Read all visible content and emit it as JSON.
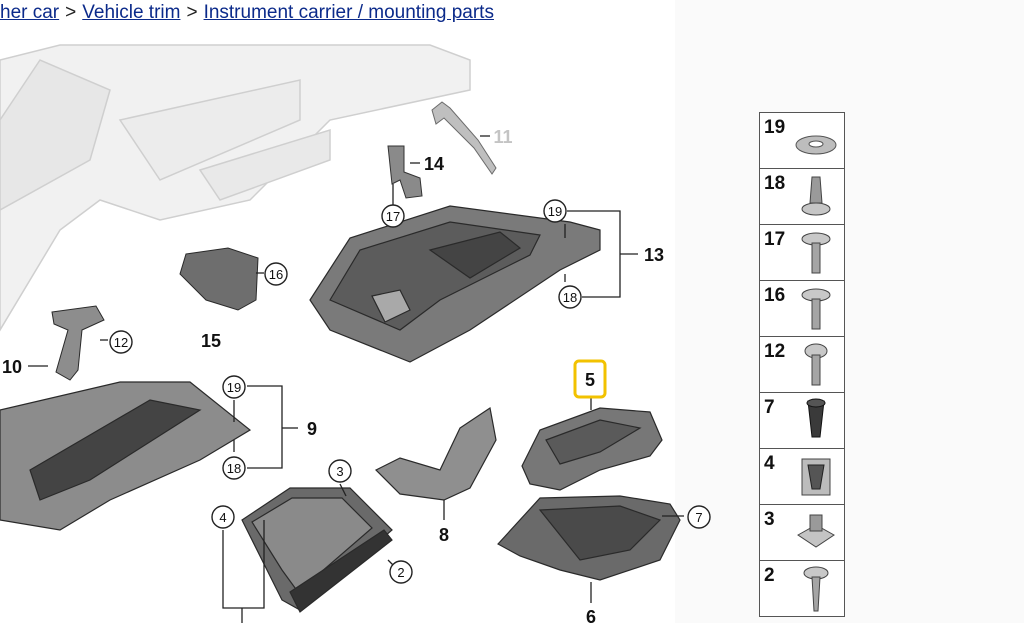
{
  "breadcrumb": {
    "items": [
      "her car",
      "Vehicle trim",
      "Instrument carrier / mounting parts"
    ],
    "separator": ">"
  },
  "diagram": {
    "callouts": [
      {
        "id": "c11",
        "label": "11",
        "style": "ghost"
      },
      {
        "id": "c14",
        "label": "14",
        "style": "bold"
      },
      {
        "id": "c17",
        "label": "17",
        "style": "circle"
      },
      {
        "id": "c19a",
        "label": "19",
        "style": "circle"
      },
      {
        "id": "c13",
        "label": "13",
        "style": "bold"
      },
      {
        "id": "c18a",
        "label": "18",
        "style": "circle"
      },
      {
        "id": "c16",
        "label": "16",
        "style": "circle"
      },
      {
        "id": "c15",
        "label": "15",
        "style": "bold"
      },
      {
        "id": "c12",
        "label": "12",
        "style": "circle"
      },
      {
        "id": "c10",
        "label": "10",
        "style": "bold"
      },
      {
        "id": "c19b",
        "label": "19",
        "style": "circle"
      },
      {
        "id": "c9",
        "label": "9",
        "style": "bold"
      },
      {
        "id": "c18b",
        "label": "18",
        "style": "circle"
      },
      {
        "id": "c3",
        "label": "3",
        "style": "circle"
      },
      {
        "id": "c4",
        "label": "4",
        "style": "circle"
      },
      {
        "id": "c8",
        "label": "8",
        "style": "bold"
      },
      {
        "id": "c2",
        "label": "2",
        "style": "circle"
      },
      {
        "id": "c5",
        "label": "5",
        "style": "highlight"
      },
      {
        "id": "c7",
        "label": "7",
        "style": "circle"
      },
      {
        "id": "c6",
        "label": "6",
        "style": "bold"
      }
    ],
    "highlight_color": "#f2c200"
  },
  "parts_table": [
    {
      "number": "19",
      "icon": "washer-icon"
    },
    {
      "number": "18",
      "icon": "expanding-rivet-icon"
    },
    {
      "number": "17",
      "icon": "screw-icon"
    },
    {
      "number": "16",
      "icon": "screw-icon"
    },
    {
      "number": "12",
      "icon": "screw-icon"
    },
    {
      "number": "7",
      "icon": "rubber-buffer-icon"
    },
    {
      "number": "4",
      "icon": "clip-nut-icon"
    },
    {
      "number": "3",
      "icon": "spring-nut-icon"
    },
    {
      "number": "2",
      "icon": "sheet-metal-screw-icon"
    }
  ]
}
